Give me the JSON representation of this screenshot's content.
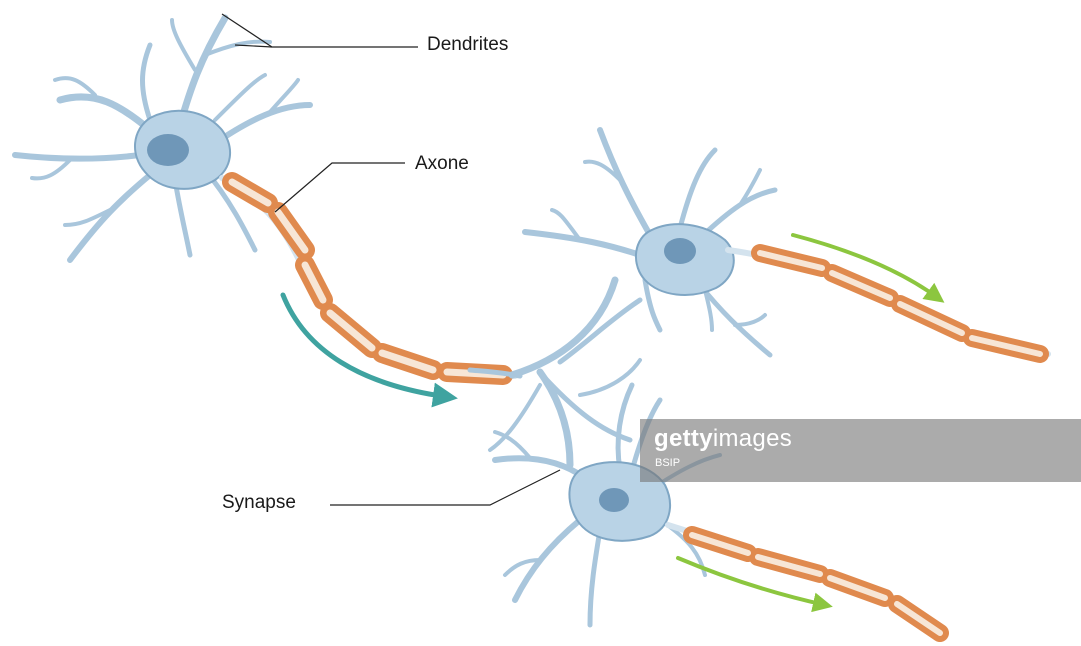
{
  "labels": {
    "dendrites": "Dendrites",
    "axone": "Axone",
    "synapse": "Synapse"
  },
  "watermark": {
    "brand_bold": "getty",
    "brand_light": "images",
    "credit": "BSIP"
  },
  "colors": {
    "cell_fill": "#b9d3e6",
    "cell_stroke": "#7fa6c4",
    "nucleus": "#6f97b8",
    "myelin": "#e08a4e",
    "myelin_inner": "#f7e6d6",
    "signal_arrow_main": "#3fa3a0",
    "signal_arrow_output": "#8cc63f",
    "leader_line": "#222222"
  }
}
